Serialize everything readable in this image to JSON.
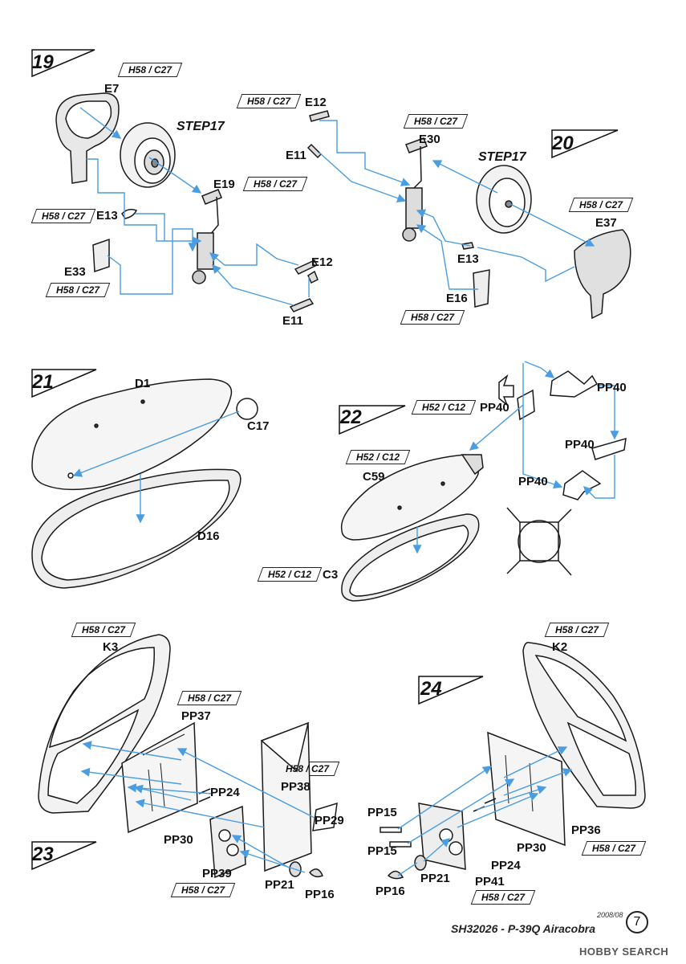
{
  "steps": [
    {
      "number": "19"
    },
    {
      "number": "20"
    },
    {
      "number": "21"
    },
    {
      "number": "22"
    },
    {
      "number": "23"
    },
    {
      "number": "24"
    }
  ],
  "paint_codes": {
    "h58_c27": "H58 / C27",
    "h52_c12": "H52 / C12"
  },
  "parts": {
    "step19": {
      "e7": "E7",
      "step17": "STEP17",
      "e19": "E19",
      "e13": "E13",
      "e33": "E33",
      "e12": "E12",
      "e11": "E11"
    },
    "step20": {
      "e12": "E12",
      "e11": "E11",
      "e30": "E30",
      "step17": "STEP17",
      "e37": "E37",
      "e13": "E13",
      "e16": "E16"
    },
    "step21": {
      "d1": "D1",
      "c17": "C17",
      "d16": "D16"
    },
    "step22": {
      "pp40": "PP40",
      "c59": "C59",
      "c3": "C3"
    },
    "step23": {
      "k3": "K3",
      "pp37": "PP37",
      "pp24": "PP24",
      "pp38": "PP38",
      "pp29": "PP29",
      "pp30": "PP30",
      "pp39": "PP39",
      "pp21": "PP21",
      "pp16": "PP16"
    },
    "step24": {
      "k2": "K2",
      "pp15": "PP15",
      "pp36": "PP36",
      "pp30": "PP30",
      "pp24": "PP24",
      "pp41": "PP41",
      "pp21": "PP21",
      "pp16": "PP16"
    }
  },
  "footer": {
    "date": "2008/08",
    "title": "SH32026 - P-39Q Airacobra",
    "page": "7",
    "watermark": "HOBBY SEARCH"
  },
  "colors": {
    "arrow": "#4a9de0",
    "line": "#1a1a1a"
  }
}
